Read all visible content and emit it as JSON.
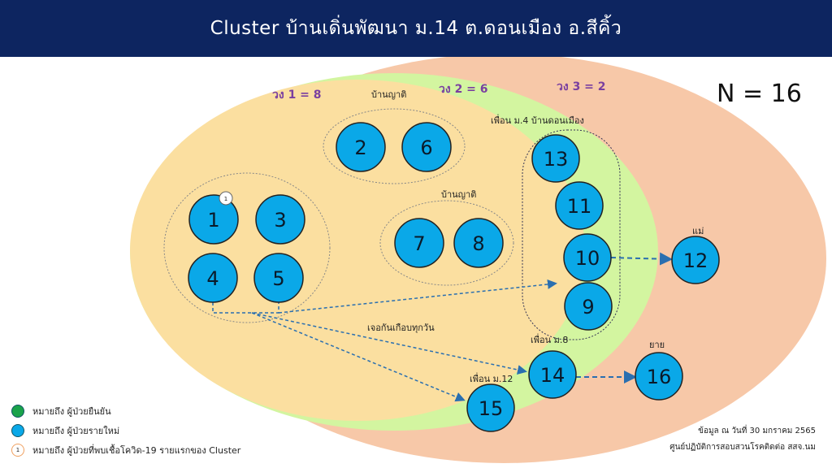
{
  "header": {
    "title": "Cluster  บ้านเดิ่นพัฒนา ม.14  ต.ดอนเมือง อ.สีคิ้ว"
  },
  "total": {
    "label": "N  =  16"
  },
  "rings": {
    "ring1": {
      "label": "วง 1 = 8",
      "color": "#fbdfa0"
    },
    "ring2": {
      "label": "วง 2 = 6",
      "color": "#d3f5a0"
    },
    "ring3": {
      "label": "วง 3 = 2",
      "color": "#f7c8a8"
    }
  },
  "groups": {
    "relatives_a": "บ้านญาติ",
    "relatives_b": "บ้านญาติ",
    "friends_m4": "เพื่อน ม.4 บ้านดอนเมือง",
    "meet_daily": "เจอกันเกือบทุกวัน",
    "friend_m8": "เพื่อน ม.8",
    "friend_m12": "เพื่อน ม.12",
    "mother": "แม่",
    "grandma": "ยาย"
  },
  "nodes": {
    "n1": "1",
    "n2": "2",
    "n3": "3",
    "n4": "4",
    "n5": "5",
    "n6": "6",
    "n7": "7",
    "n8": "8",
    "n9": "9",
    "n10": "10",
    "n11": "11",
    "n12": "12",
    "n13": "13",
    "n14": "14",
    "n15": "15",
    "n16": "16",
    "index_badge": "1"
  },
  "colors": {
    "node": "#0aa8e8",
    "confirmed": "#1aa34a",
    "index_ring": "#f0a060",
    "arrow": "#2a6fb0"
  },
  "legend": {
    "confirmed": "หมายถึง ผู้ป่วยยืนยัน",
    "new_case": "หมายถึง ผู้ป่วยรายใหม่",
    "index_case": "หมายถึง ผู้ป่วยที่พบเชื้อโควิด-19 รายแรกของ Cluster",
    "index_badge": "1"
  },
  "footnote": {
    "line1": "ข้อมูล ณ วันที่ 30 มกราคม  2565",
    "line2": "ศูนย์ปฏิบัติการสอบสวนโรคติดต่อ สสจ.นม"
  }
}
